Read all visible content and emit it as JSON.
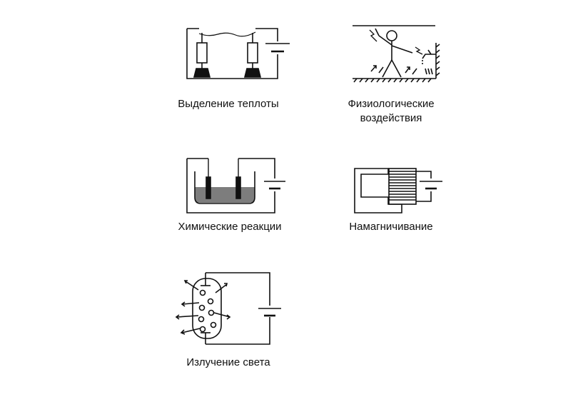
{
  "captions": {
    "heat": "Выделение теплоты",
    "physio_line1": "Физиологические",
    "physio_line2": "воздействия",
    "chem": "Химические реакции",
    "magnet": "Намагничивание",
    "light": "Излучение света"
  },
  "icons": [
    "heating-wire-circuit",
    "person-electric-shock",
    "electrolysis-bath",
    "electromagnet",
    "gas-discharge-lamp"
  ]
}
